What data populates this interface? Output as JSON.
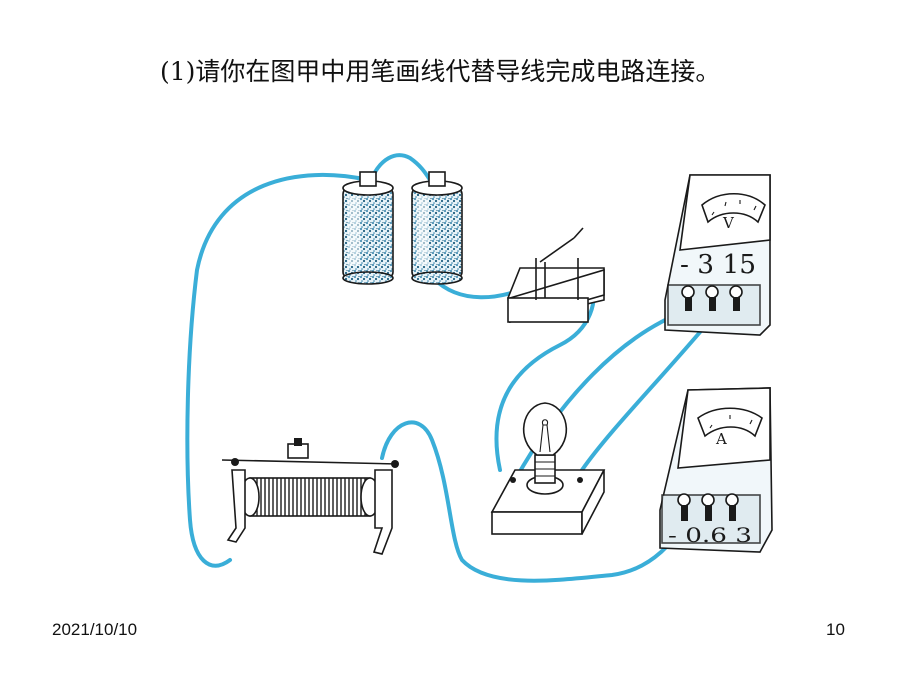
{
  "slide": {
    "title": "(1)请你在图甲中用笔画线代替导线完成电路连接。",
    "date": "2021/10/10",
    "page_number": "10"
  },
  "voltmeter": {
    "symbol": "V",
    "terminals": "- 3 15"
  },
  "ammeter": {
    "symbol": "A",
    "terminals": "- 0.6 3"
  },
  "colors": {
    "wire": "#3aaed8",
    "ink": "#1a1a1a",
    "battery_fill": "#2f7fa8"
  },
  "icons": [
    "battery-icon",
    "switch-icon",
    "voltmeter-icon",
    "ammeter-icon",
    "bulb-icon",
    "rheostat-icon"
  ]
}
